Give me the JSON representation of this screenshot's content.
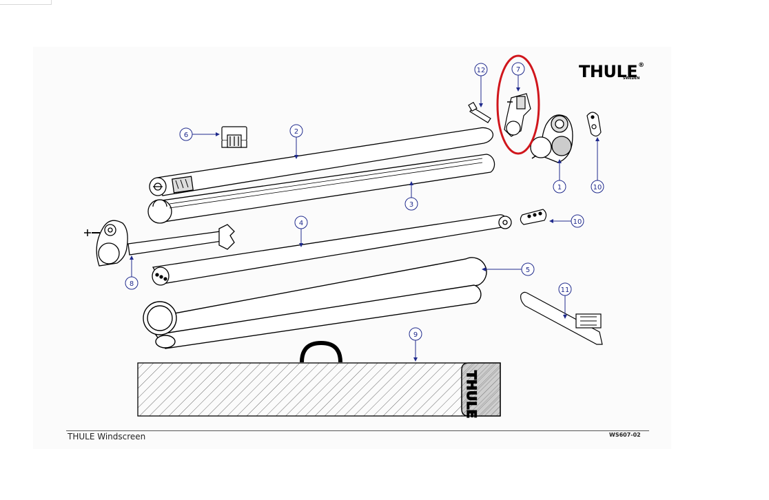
{
  "brand": {
    "logo": "THULE",
    "registered_mark": "®",
    "logo_sub": "SWEDEN",
    "bag_brand": "THULE"
  },
  "footer": {
    "title": "THULE Windscreen",
    "code": "WS607-02"
  },
  "callouts": [
    "12",
    "7",
    "6",
    "2",
    "1",
    "10",
    "3",
    "10",
    "4",
    "8",
    "5",
    "11",
    "9"
  ],
  "highlight": {
    "part": "7",
    "color": "#d0161c"
  },
  "colors": {
    "callout": "#1f2a8c",
    "line_art": "#000000"
  }
}
